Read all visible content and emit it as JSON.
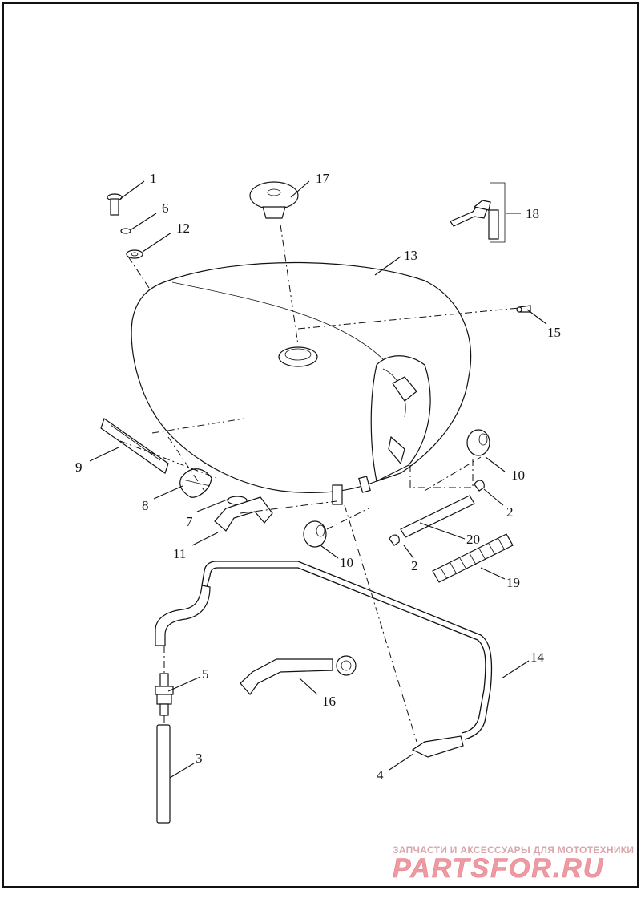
{
  "diagram": {
    "callouts": {
      "c1": "1",
      "c2a": "2",
      "c2b": "2",
      "c3": "3",
      "c4": "4",
      "c5": "5",
      "c6": "6",
      "c7": "7",
      "c8": "8",
      "c9": "9",
      "c10a": "10",
      "c10b": "10",
      "c11": "11",
      "c12": "12",
      "c13": "13",
      "c14": "14",
      "c15": "15",
      "c16": "16",
      "c17": "17",
      "c18": "18",
      "c19": "19",
      "c20": "20"
    }
  },
  "watermark": {
    "tagline": "ЗАПЧАСТИ И АКСЕССУАРЫ ДЛЯ МОТОТЕХНИКИ",
    "brand": "PARTSFOR.RU"
  },
  "colors": {
    "line": "#111111",
    "background": "#ffffff",
    "watermark": "#ee9aa3"
  }
}
